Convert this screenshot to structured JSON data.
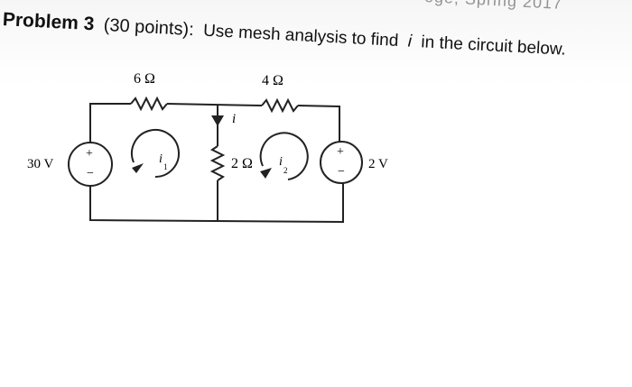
{
  "header": {
    "partial_text": "ege, Spring 2017"
  },
  "problem": {
    "label": "Problem 3",
    "points": "(30 points):",
    "text_before_var": "Use mesh analysis to find",
    "variable": "i",
    "text_after_var": "in the circuit below."
  },
  "circuit": {
    "r1_label": "6 Ω",
    "r2_label": "4 Ω",
    "r3_label": "2 Ω",
    "v1_label": "30 V",
    "v2_label": "2 V",
    "current_label": "i",
    "mesh1_label": "i",
    "mesh1_sub": "1",
    "mesh2_label": "i",
    "mesh2_sub": "2",
    "plus": "+",
    "minus": "−"
  }
}
